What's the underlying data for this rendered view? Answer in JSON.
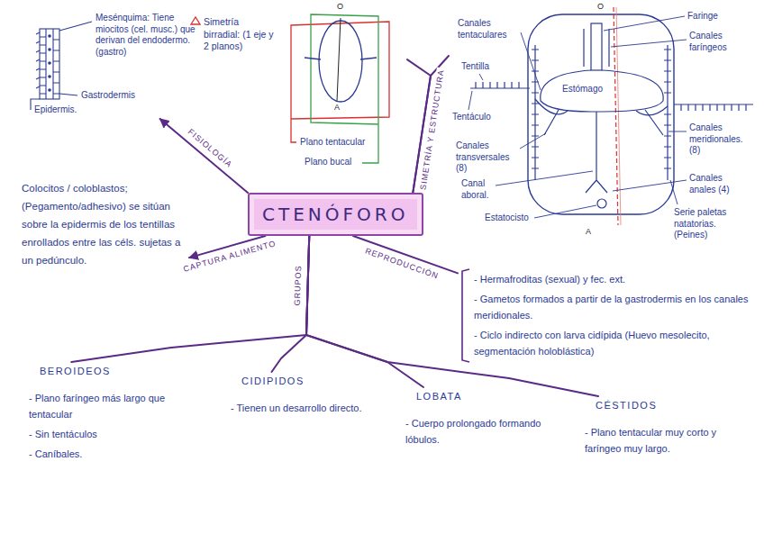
{
  "diagram": {
    "nodes": [
      {
        "text": [
          "CTENÓFORO"
        ]
      },
      {
        "text": [
          "Mesénquima: Tiene miocitos (cel. musc.) que derivan del endodermo. (gastro)",
          "Gastrodermis",
          "Epidermis."
        ]
      },
      {
        "text": [
          "Simetría birradial: (1 eje y 2 planos)",
          "Plano tentacular",
          "Plano bucal"
        ]
      },
      {
        "text": [
          "Canales tentaculares",
          "Tentilla",
          "Tentáculo",
          "Canales transversales (8)",
          "Canal aboral.",
          "Estatocisto",
          "Faringe",
          "Canales faríngeos",
          "Estómago",
          "Canales meridionales. (8)",
          "Canales anales (4)",
          "Serie paletas natatorias. (Peines)"
        ]
      },
      {
        "text": [
          "Colocitos / coloblastos; (Pegamento/adhesivo) se sitúan sobre la epidermis de los tentillas enrollados entre las céls. sujetas a un pedúnculo."
        ]
      },
      {
        "text": [
          "- Hermafroditas (sexual) y fec. ext.",
          "- Gametos formados a partir de la gastrodermis en los canales meridionales.",
          "- Ciclo indirecto con larva cidípida (Huevo mesolecito, segmentación holoblástica)"
        ]
      },
      {
        "text": [
          "BEROIDEOS",
          "- Plano faríngeo más largo que tentacular",
          "- Sin tentáculos",
          "- Caníbales."
        ]
      },
      {
        "text": [
          "CIDIPIDOS",
          "- Tienen un desarrollo directo."
        ]
      },
      {
        "text": [
          "LOBATA",
          "- Cuerpo prolongado formando lóbulos."
        ]
      },
      {
        "text": [
          "CÉSTIDOS",
          "- Plano tentacular muy corto y faríngeo muy largo."
        ]
      }
    ],
    "edges": [
      {
        "from": 0,
        "to": 1,
        "arrow": "to",
        "label": "FISIOLOGÍA"
      },
      {
        "from": 0,
        "to": 2,
        "arrow": "none",
        "label": "SIMETRÍA Y ESTRUCTURA"
      },
      {
        "from": 0,
        "to": 3,
        "arrow": "none"
      },
      {
        "from": 0,
        "to": 4,
        "arrow": "to",
        "label": "CAPTURA ALIMENTO"
      },
      {
        "from": 0,
        "to": 5,
        "arrow": "none",
        "label": "REPRODUCCIÓN"
      },
      {
        "from": 0,
        "to": 6,
        "arrow": "none",
        "label": "GRUPOS"
      },
      {
        "from": 0,
        "to": 7,
        "arrow": "none"
      },
      {
        "from": 0,
        "to": 8,
        "arrow": "none"
      },
      {
        "from": 0,
        "to": 9,
        "arrow": "none"
      }
    ],
    "labels": [
      "O",
      "A",
      "O",
      "A"
    ]
  }
}
